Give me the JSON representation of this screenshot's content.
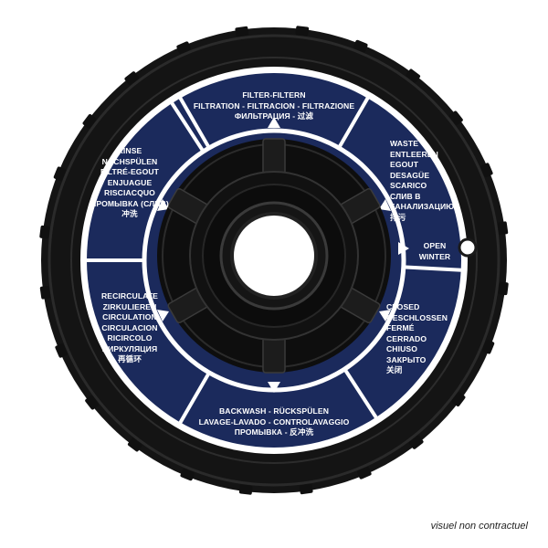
{
  "dial": {
    "positions": [
      {
        "id": "filter",
        "label": "FILTER-FILTERN\nFILTRATION - FILTRACION - FILTRAZIONE\nФИЛЬТРАЦИЯ - 过滤"
      },
      {
        "id": "waste",
        "label": "WASTE\nENTLEEREN\nEGOUT\nDESAGÜE\nSCARICO\nСЛИВ В\nКАНАЛИЗАЦИЮ\n排污"
      },
      {
        "id": "open-winter",
        "label": "OPEN\nWINTER"
      },
      {
        "id": "closed",
        "label": "CLOSED\nGESCHLOSSEN\nFERMÉ\nCERRADO\nCHIUSO\nЗАКРЫТО\n关闭"
      },
      {
        "id": "backwash",
        "label": "BACKWASH - RÜCKSPÜLEN\nLAVAGE-LAVADO - CONTROLAVAGGIO\nПРОМЫВКА - 反冲洗"
      },
      {
        "id": "recirculate",
        "label": "RECIRCULATE\nZIRKULIEREN\nCIRCULATION\nCIRCULACION\nRICIRCOLO\nЦИРКУЛЯЦИЯ\n再循环"
      },
      {
        "id": "rinse",
        "label": "RINSE\nNACHSPÜLEN\nFILTRÉ-EGOUT\nENJUAGUE\nRISCIACQUO\nПРОМЫВКА (СЛИВ)\n冲洗"
      }
    ]
  },
  "caption": "visuel non contractuel",
  "colors": {
    "label_panel": "#1b2a5c",
    "body": "#0d0d0d",
    "rim": "#161616",
    "divider": "#ffffff"
  }
}
